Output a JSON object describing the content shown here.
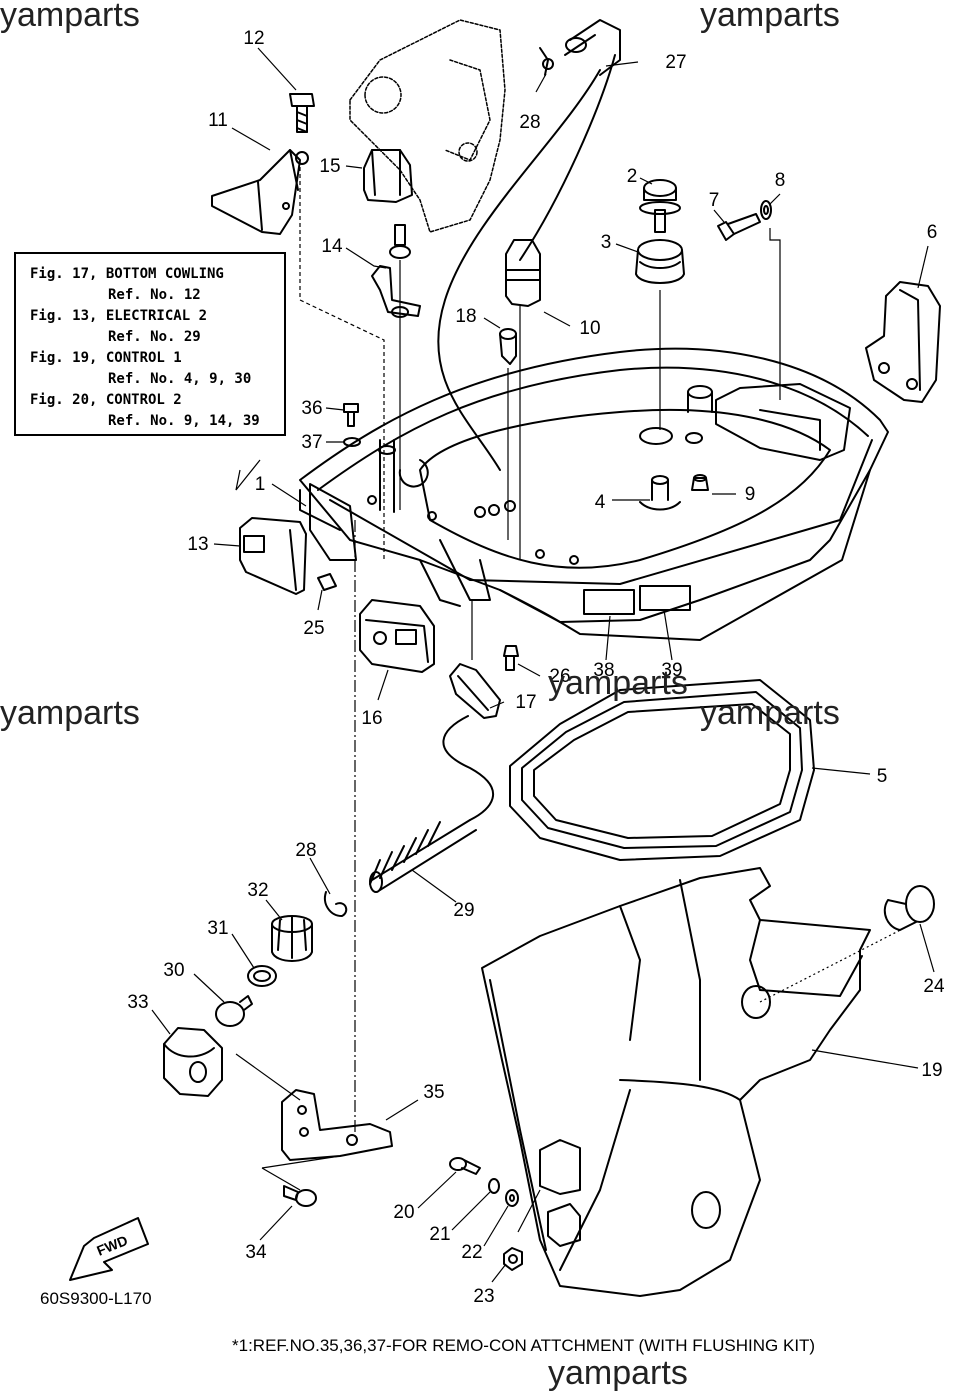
{
  "watermarks": [
    "yamparts",
    "yamparts",
    "yamparts",
    "yamparts",
    "yamparts",
    "yamparts"
  ],
  "reference_box": {
    "lines": [
      "Fig. 17, BOTTOM COWLING",
      "Ref. No. 12",
      "Fig. 13, ELECTRICAL 2",
      "Ref. No. 29",
      "Fig. 19, CONTROL 1",
      "Ref. No. 4, 9, 30",
      "Fig. 20, CONTROL 2",
      "Ref. No. 9, 14, 39"
    ]
  },
  "callouts": [
    "1",
    "2",
    "3",
    "4",
    "5",
    "6",
    "7",
    "8",
    "9",
    "10",
    "11",
    "12",
    "13",
    "14",
    "15",
    "16",
    "17",
    "18",
    "19",
    "20",
    "21",
    "22",
    "23",
    "24",
    "25",
    "26",
    "27",
    "28",
    "28",
    "29",
    "30",
    "31",
    "32",
    "33",
    "34",
    "35",
    "36",
    "37",
    "38",
    "39"
  ],
  "fwd_label": "FWD",
  "drawing_code": "60S9300-L170",
  "footnote": "*1:REF.NO.35,36,37-FOR REMO-CON ATTCHMENT (WITH FLUSHING KIT)"
}
